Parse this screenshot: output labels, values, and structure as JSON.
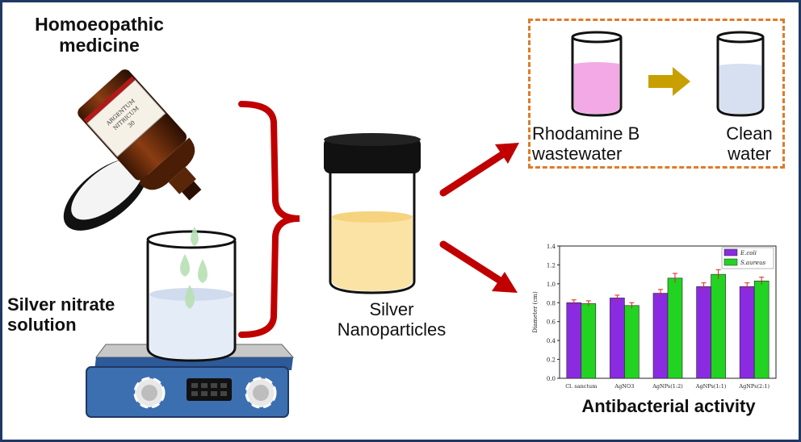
{
  "labels": {
    "homeopathic": [
      "Homoeopathic",
      "medicine"
    ],
    "silver_nitrate": [
      "Silver nitrate",
      "solution"
    ],
    "silver_np": [
      "Silver",
      "Nanoparticles"
    ],
    "rhodamine": [
      "Rhodamine B",
      "wastewater"
    ],
    "clean_water": [
      "Clean",
      "water"
    ],
    "antibacterial": "Antibacterial activity"
  },
  "colors": {
    "frame": "#1f3864",
    "bracket": "#c00000",
    "arrow": "#c00000",
    "dash_box": "#e07b28",
    "rhodamine_liquid": "#f2a9e6",
    "clean_liquid": "#d6e0f0",
    "np_liquid": "#fbe3a6",
    "hotplate": "#3b6fb0",
    "bottle": "#6b2f0c",
    "drop": "#b8e0b4",
    "gold_arrow": "#c7a000"
  },
  "icons": [
    "pouring-bottle-icon",
    "bottle-cap-icon",
    "beaker-icon",
    "hotplate-stirrer-icon",
    "vial-icon",
    "glass-icon",
    "right-arrow-icon"
  ],
  "bottle_label": [
    "ARGENTUM",
    "NITRICUM",
    "30"
  ],
  "chart_data": {
    "type": "bar",
    "categories": [
      "Cl. sanctum",
      "AgNO3",
      "AgNPs(1:2)",
      "AgNPs(1:1)",
      "AgNPs(2:1)"
    ],
    "series": [
      {
        "name": "E.coli",
        "values": [
          0.8,
          0.85,
          0.9,
          0.97,
          0.97
        ],
        "errors": [
          0.03,
          0.03,
          0.04,
          0.04,
          0.04
        ],
        "color": "#8a2be2"
      },
      {
        "name": "S.aureus",
        "values": [
          0.79,
          0.77,
          1.06,
          1.1,
          1.03
        ],
        "errors": [
          0.03,
          0.03,
          0.05,
          0.05,
          0.04
        ],
        "color": "#22d322"
      }
    ],
    "ylabel": "Diameter (cm)",
    "ylim": [
      0,
      1.4
    ],
    "yticks": [
      "0.0",
      "0.2",
      "0.4",
      "0.6",
      "0.8",
      "1.0",
      "1.2",
      "1.4"
    ],
    "legend_position": "top-right",
    "grid": false
  }
}
